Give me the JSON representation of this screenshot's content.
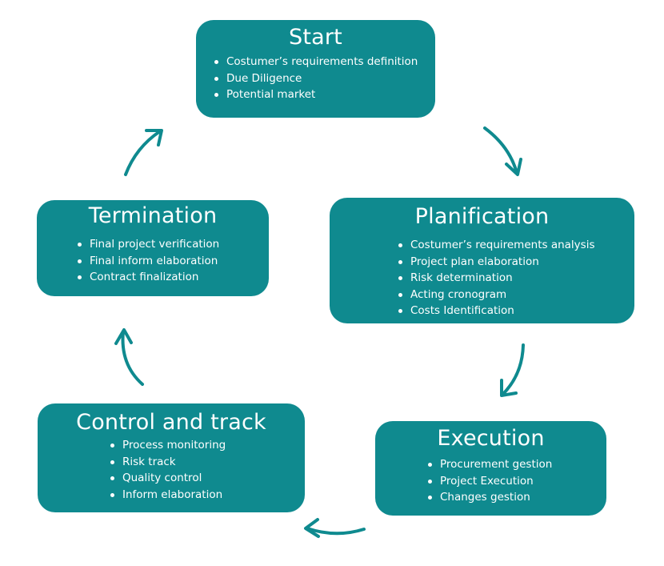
{
  "diagram": {
    "accent_color": "#0f8a8f",
    "phases": [
      {
        "id": "start",
        "title": "Start",
        "items": [
          "Costumer’s requirements definition",
          "Due Diligence",
          "Potential market"
        ]
      },
      {
        "id": "planification",
        "title": "Planification",
        "items": [
          "Costumer’s requirements analysis",
          "Project plan elaboration",
          "Risk determination",
          "Acting cronogram",
          "Costs Identification"
        ]
      },
      {
        "id": "execution",
        "title": "Execution",
        "items": [
          "Procurement gestion",
          "Project Execution",
          "Changes gestion"
        ]
      },
      {
        "id": "control",
        "title": "Control and track",
        "items": [
          "Process monitoring",
          "Risk track",
          "Quality control",
          "Inform elaboration"
        ]
      },
      {
        "id": "termination",
        "title": "Termination",
        "items": [
          "Final project verification",
          "Final inform elaboration",
          "Contract finalization"
        ]
      }
    ],
    "arrows": [
      {
        "from": "start",
        "to": "planification",
        "icon": "curved-arrow-icon"
      },
      {
        "from": "planification",
        "to": "execution",
        "icon": "curved-arrow-icon"
      },
      {
        "from": "execution",
        "to": "control",
        "icon": "curved-arrow-icon"
      },
      {
        "from": "control",
        "to": "termination",
        "icon": "curved-arrow-icon"
      },
      {
        "from": "termination",
        "to": "start",
        "icon": "curved-arrow-icon"
      }
    ]
  }
}
